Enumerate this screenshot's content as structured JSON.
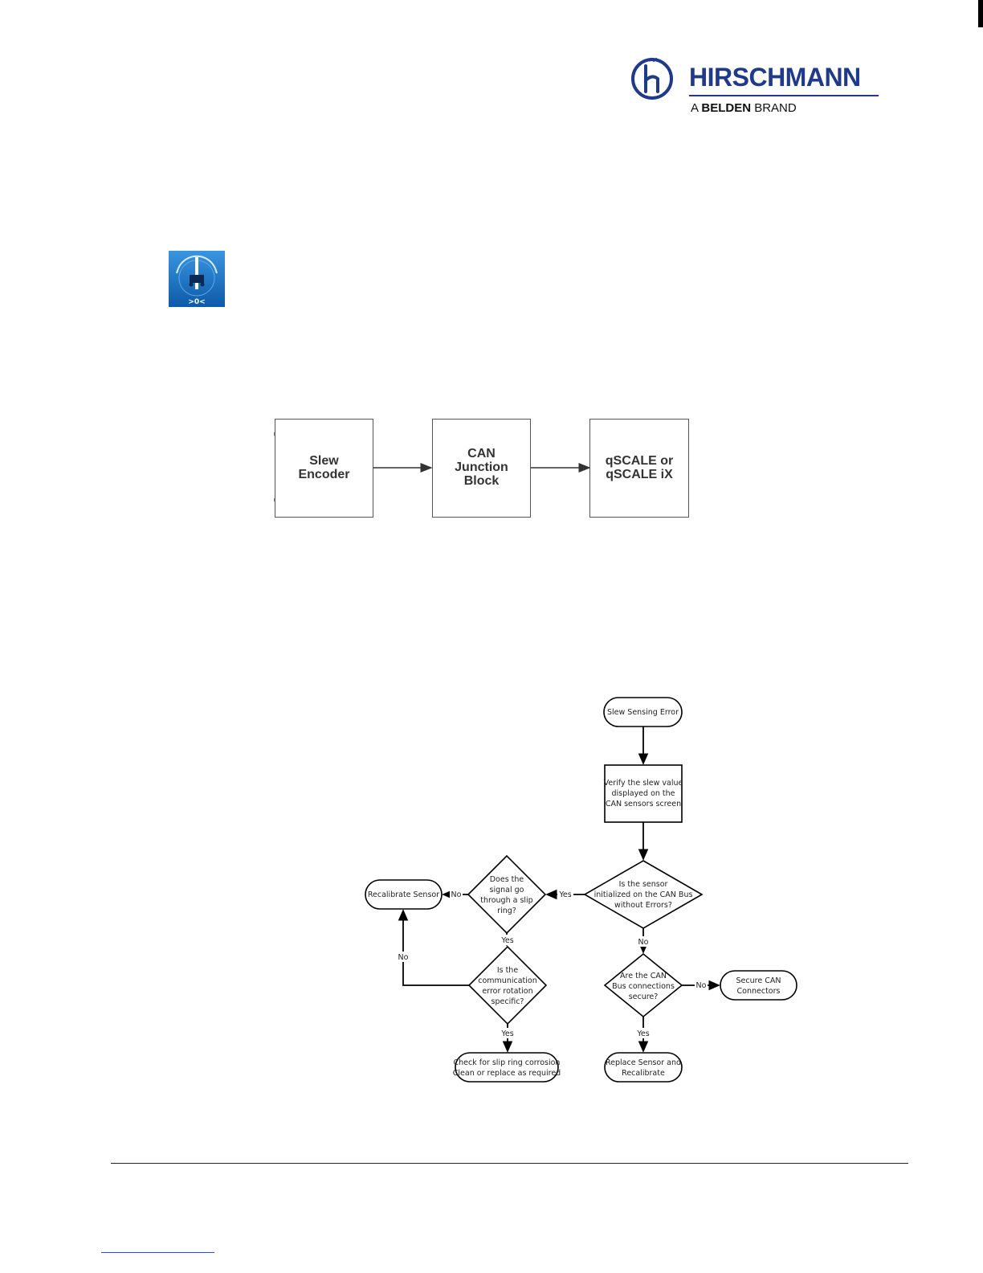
{
  "logo": {
    "brand": "HIRSCHMANN",
    "tagline_prefix": "A",
    "tagline_brand": "BELDEN",
    "tagline_suffix": "BRAND",
    "color": "#1f3a8a"
  },
  "icon": {
    "name": "slew-angle-icon",
    "color": "#1a74c9"
  },
  "block_diagram": {
    "blocks": [
      {
        "label": "Slew\nEncoder"
      },
      {
        "label": "CAN\nJunction\nBlock"
      },
      {
        "label": "qSCALE or\nqSCALE iX"
      }
    ]
  },
  "flowchart": {
    "start": "Slew Sensing Error",
    "verify": [
      "Verify the slew value",
      "displayed on the",
      "CAN sensors screen"
    ],
    "q_initialized": [
      "Is the sensor",
      "initialized on the CAN Bus",
      "without Errors?"
    ],
    "q_slip_ring": [
      "Does the",
      "signal go",
      "through a slip",
      "ring?"
    ],
    "q_rotation": [
      "Is the",
      "communication",
      "error rotation",
      "specific?"
    ],
    "q_connections": [
      "Are the CAN",
      "Bus connections",
      "secure?"
    ],
    "recalibrate": "Recalibrate Sensor",
    "secure_can": [
      "Secure CAN",
      "Connectors"
    ],
    "check_slip": [
      "Check for slip ring corrosion",
      "Clean or replace as required"
    ],
    "replace": [
      "Replace Sensor and",
      "Recalibrate"
    ],
    "yes": "Yes",
    "no": "No"
  }
}
